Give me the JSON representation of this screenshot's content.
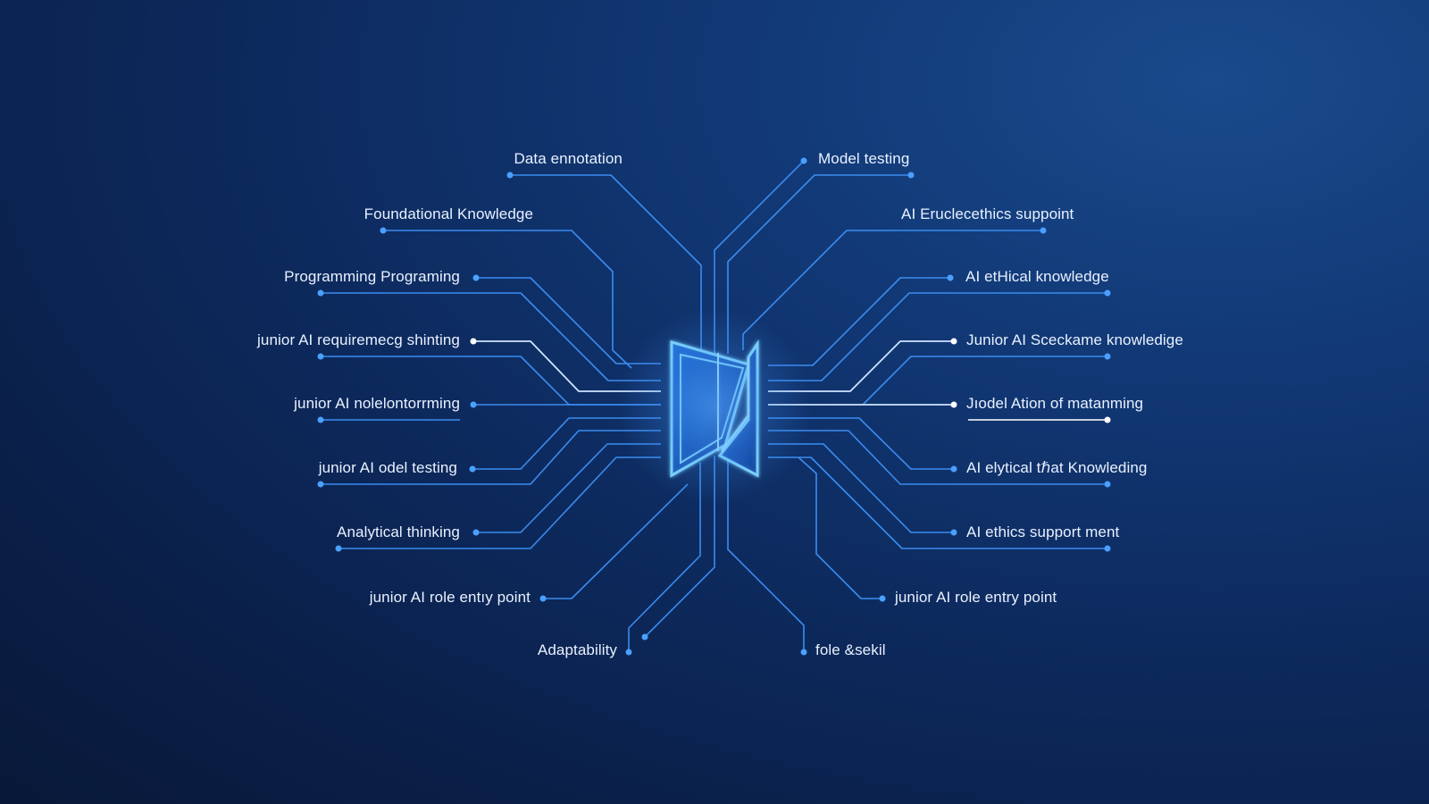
{
  "diagram": {
    "colors": {
      "line": "#3a8cf0",
      "line_bright": "#6cc0ff",
      "dot_blue": "#4aa0ff",
      "dot_white": "#ffffff",
      "text": "#e9f1ff",
      "book_stroke": "#6cd0ff",
      "book_fill": "#2a7fe0"
    },
    "center_icon": "book-circuit-icon",
    "left_labels": [
      "Data ennotation",
      "Foundational Knowledge",
      "Programming Programing",
      "junior AI requiremecg shinting",
      "junior AI nolelontorrming",
      "junior AI odel testing",
      "Analytical thinking",
      "junior AI role entıy point",
      "Adaptability"
    ],
    "right_labels": [
      "Model testing",
      "AI Eruclecethics suppoint",
      "AI etHical knowledge",
      "Junior AI Sceckame knowledige",
      "Jıodel Ation of matanming",
      "AI elytical tℏat Knowleding",
      "AI ethics support ment",
      "junior AI role entry point",
      "fole &sekil"
    ]
  }
}
